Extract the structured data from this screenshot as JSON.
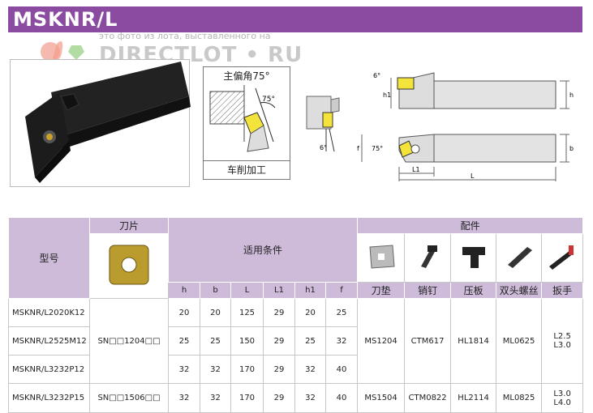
{
  "title": "MSKNR/L",
  "watermark": {
    "line1": "это фото из лота, выставленного на",
    "line2": "DIRECTLOT • RU"
  },
  "angle_box": {
    "title": "主偏角75°",
    "angle_label": "75°",
    "footer": "车削加工"
  },
  "diagram": {
    "angle_top": "6°",
    "h1": "h1",
    "h": "h",
    "angle_small": "6°",
    "angle_bottom": "75°",
    "f": "f",
    "b": "b",
    "L1": "L1",
    "L": "L"
  },
  "table": {
    "col_model": "型号",
    "col_insert": "刀片",
    "col_conditions": "适用条件",
    "col_parts": "配件",
    "cond_headers": [
      "h",
      "b",
      "L",
      "L1",
      "h1",
      "f"
    ],
    "part_headers": [
      "刀垫",
      "销钉",
      "压板",
      "双头螺丝",
      "扳手"
    ],
    "rows": [
      {
        "model": "MSKNR/L2020K12",
        "h": "20",
        "b": "20",
        "L": "125",
        "L1": "29",
        "h1": "20",
        "f": "25"
      },
      {
        "model": "MSKNR/L2525M12",
        "h": "25",
        "b": "25",
        "L": "150",
        "L1": "29",
        "h1": "25",
        "f": "32"
      },
      {
        "model": "MSKNR/L3232P12",
        "h": "32",
        "b": "32",
        "L": "170",
        "L1": "29",
        "h1": "32",
        "f": "40"
      },
      {
        "model": "MSKNR/L3232P15",
        "h": "32",
        "b": "32",
        "L": "170",
        "L1": "29",
        "h1": "32",
        "f": "40"
      }
    ],
    "insert_group1": "SN□□1204□□",
    "insert_group2": "SN□□1506□□",
    "parts_group1": {
      "shim": "MS1204",
      "pin": "CTM617",
      "clamp": "HL1814",
      "screw": "ML0625",
      "wrench": "L2.5\nL3.0"
    },
    "parts_group2": {
      "shim": "MS1504",
      "pin": "CTM0822",
      "clamp": "HL2114",
      "screw": "ML0825",
      "wrench": "L3.0\nL4.0"
    }
  }
}
